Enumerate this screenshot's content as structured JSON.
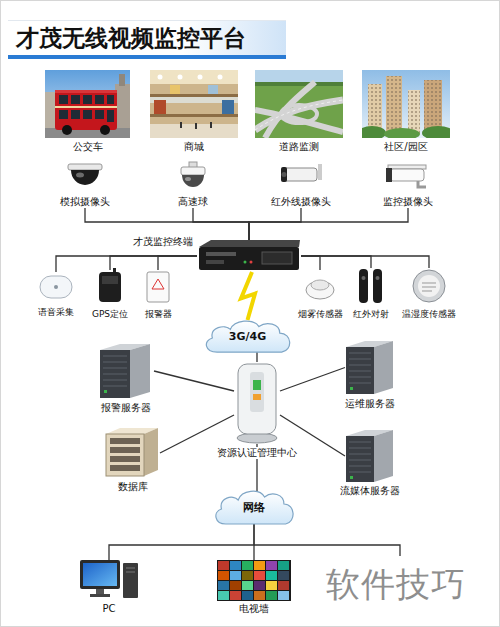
{
  "diagram": {
    "title": "才茂无线视频监控平台",
    "nodes": [
      {
        "text": [
          "公交车"
        ]
      },
      {
        "text": [
          "商城"
        ]
      },
      {
        "text": [
          "道路监测"
        ]
      },
      {
        "text": [
          "社区/园区"
        ]
      },
      {
        "text": [
          "模拟摄像头"
        ]
      },
      {
        "text": [
          "高速球"
        ]
      },
      {
        "text": [
          "红外线摄像头"
        ]
      },
      {
        "text": [
          "监控摄像头"
        ]
      },
      {
        "text": [
          "才茂监控终端"
        ]
      },
      {
        "text": [
          "语音采集"
        ]
      },
      {
        "text": [
          "GPS定位"
        ]
      },
      {
        "text": [
          "报警器"
        ]
      },
      {
        "text": [
          "烟雾传感器"
        ]
      },
      {
        "text": [
          "红外对射"
        ]
      },
      {
        "text": [
          "温湿度传感器"
        ]
      },
      {
        "text": [
          "3G/4G"
        ]
      },
      {
        "text": [
          "报警服务器"
        ]
      },
      {
        "text": [
          "运维服务器"
        ]
      },
      {
        "text": [
          "资源认证管理中心"
        ]
      },
      {
        "text": [
          "数据库"
        ]
      },
      {
        "text": [
          "流媒体服务器"
        ]
      },
      {
        "text": [
          "网络"
        ]
      },
      {
        "text": [
          "PC"
        ]
      },
      {
        "text": [
          "电视墙"
        ]
      }
    ],
    "edges": [
      {
        "from": 4,
        "to": 8,
        "arrow": "none"
      },
      {
        "from": 5,
        "to": 8,
        "arrow": "none"
      },
      {
        "from": 6,
        "to": 8,
        "arrow": "none"
      },
      {
        "from": 7,
        "to": 8,
        "arrow": "none"
      },
      {
        "from": 9,
        "to": 8,
        "arrow": "none"
      },
      {
        "from": 10,
        "to": 8,
        "arrow": "none"
      },
      {
        "from": 11,
        "to": 8,
        "arrow": "none"
      },
      {
        "from": 12,
        "to": 8,
        "arrow": "none"
      },
      {
        "from": 13,
        "to": 8,
        "arrow": "none"
      },
      {
        "from": 14,
        "to": 8,
        "arrow": "none"
      },
      {
        "from": 8,
        "to": 15,
        "arrow": "none"
      },
      {
        "from": 15,
        "to": 18,
        "arrow": "none"
      },
      {
        "from": 16,
        "to": 18,
        "arrow": "none"
      },
      {
        "from": 17,
        "to": 18,
        "arrow": "none"
      },
      {
        "from": 19,
        "to": 18,
        "arrow": "none"
      },
      {
        "from": 20,
        "to": 18,
        "arrow": "none"
      },
      {
        "from": 18,
        "to": 21,
        "arrow": "none"
      },
      {
        "from": 21,
        "to": 22,
        "arrow": "none"
      },
      {
        "from": 21,
        "to": 23,
        "arrow": "none"
      }
    ],
    "labels": [
      "软件技巧"
    ]
  }
}
